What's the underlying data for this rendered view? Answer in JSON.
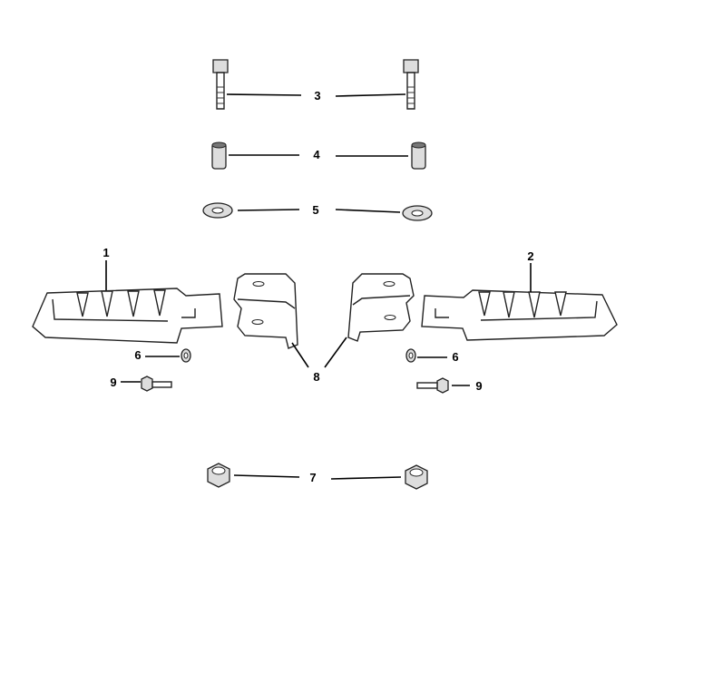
{
  "callouts": {
    "footrest_left": "1",
    "footrest_right": "2",
    "bolt": "3",
    "spacer": "4",
    "washer": "5",
    "small_washer_left": "6",
    "small_washer_right": "6",
    "nut": "7",
    "bracket": "8",
    "small_bolt_left": "9",
    "small_bolt_right": "9"
  }
}
